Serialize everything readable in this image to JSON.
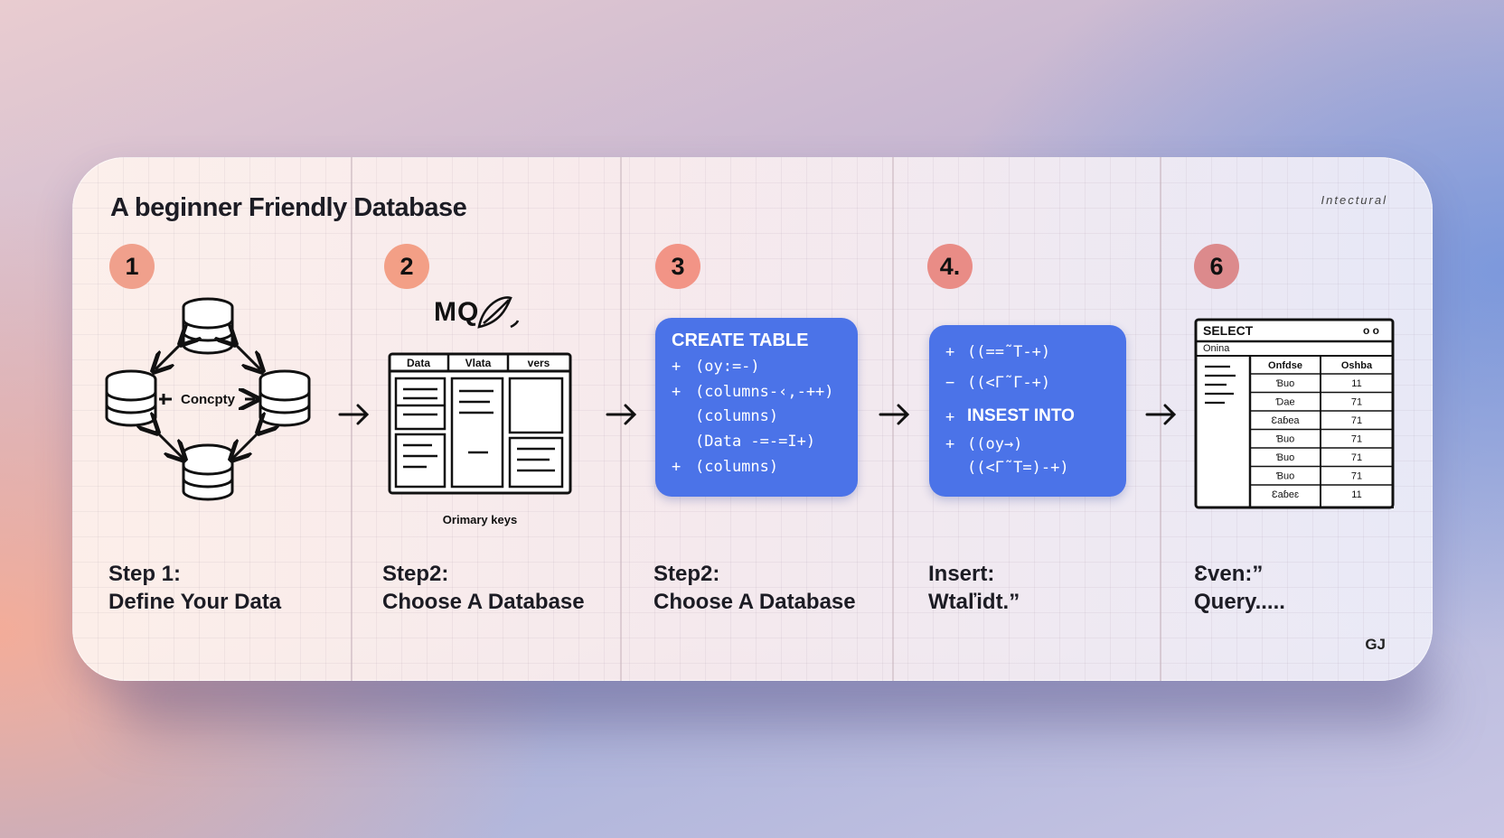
{
  "title": "A beginner Friendly Database",
  "corner_note": "Intectural",
  "corner_mark": "GJ",
  "colors": {
    "badge_1": "#f0a08c",
    "badge_2": "#f39f86",
    "badge_3": "#f29486",
    "badge_4": "#e98c86",
    "badge_5": "#dc8a8c",
    "code_box": "#4b73e8"
  },
  "steps": [
    {
      "badge": "1",
      "line1": "Step 1:",
      "line2": "Define Your Data",
      "icon": "database-network-icon"
    },
    {
      "badge": "2",
      "line1": "Step2:",
      "line2": "Choose A Database",
      "icon": "table-schema-icon"
    },
    {
      "badge": "3",
      "line1": "Step2:",
      "line2": "Choose A Database",
      "icon": "code-block"
    },
    {
      "badge": "4.",
      "line1": "Insert:",
      "line2": "Wtaľidt.”",
      "icon": "code-block"
    },
    {
      "badge": "6",
      "line1": "Ɛven:”",
      "line2": "Query.....",
      "icon": "query-result-table-icon"
    }
  ],
  "step1": {
    "center_label": "Concpty"
  },
  "step2": {
    "logo": "MQ",
    "columns": [
      "Data",
      "Vlata",
      "vers"
    ],
    "caption": "Orimary keys"
  },
  "step3": {
    "header": "CREATE TABLE",
    "lines": [
      {
        "bullet": "+",
        "text": "(oy:=-)"
      },
      {
        "bullet": "+",
        "text": "(columns-‹,-++)"
      },
      {
        "bullet": "",
        "text": "(columns)"
      },
      {
        "bullet": "",
        "text": "(Data -=-=Ι+)"
      },
      {
        "bullet": "+",
        "text": "(columns)"
      }
    ]
  },
  "step4": {
    "lines_top": [
      {
        "bullet": "+",
        "text": "((==˜T-+)"
      },
      {
        "bullet": "−",
        "text": "((<Γ˜Γ-+)"
      }
    ],
    "keyword": "INSEST INTO",
    "lines_bottom": [
      {
        "bullet": "+",
        "text": "((oy→)"
      },
      {
        "bullet": "",
        "text": "((<Γ˜T=)-+)"
      }
    ]
  },
  "step5": {
    "header": "SELECT",
    "window_controls": "o o",
    "subheader": "Onina",
    "col_headers": [
      "Onfdse",
      "Oshba"
    ],
    "rows": [
      [
        "Ɓuo",
        "11"
      ],
      [
        "Ɗae",
        "71"
      ],
      [
        "Ɛaɓea",
        "71"
      ],
      [
        "Ɓuo",
        "71"
      ],
      [
        "Ɓuo",
        "71"
      ],
      [
        "Ɓuo",
        "71"
      ],
      [
        "Ɛaɓeɛ",
        "11"
      ]
    ]
  }
}
